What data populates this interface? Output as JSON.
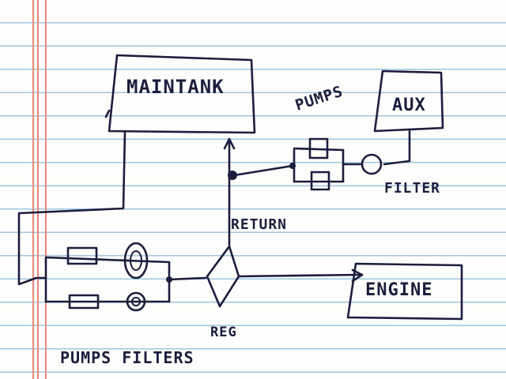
{
  "labels": {
    "main_tank": "MAINTANK",
    "aux": "AUX",
    "pumps_top": "PUMPS",
    "filter": "FILTER",
    "return": "RETURN",
    "engine": "ENGINE",
    "reg": "REG",
    "pumps_filters": "PUMPS FILTERS"
  },
  "colors": {
    "ink": "#1c1d3d",
    "ruled_line": "#9ec7e0",
    "margin_line": "#e8867a",
    "paper": "#fdfdfb"
  }
}
